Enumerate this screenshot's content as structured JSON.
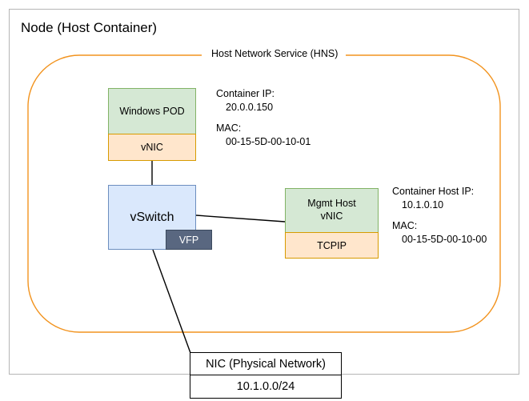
{
  "diagram": {
    "node": {
      "title": "Node (Host Container)"
    },
    "hns": {
      "label": "Host Network Service (HNS)"
    },
    "pod": {
      "name": "Windows POD",
      "vnic": "vNIC"
    },
    "vswitch": {
      "name": "vSwitch",
      "vfp": "VFP"
    },
    "mgmt": {
      "name": "Mgmt Host\nvNIC",
      "name_line1": "Mgmt Host",
      "name_line2": "vNIC",
      "tcpip": "TCPIP"
    },
    "nic": {
      "title": "NIC (Physical Network)",
      "subnet": "10.1.0.0/24"
    },
    "annotations": {
      "pod": {
        "ip_label": "Container IP:",
        "ip_value": "20.0.0.150",
        "mac_label": "MAC:",
        "mac_value": "00-15-5D-00-10-01"
      },
      "host": {
        "ip_label": "Container Host IP:",
        "ip_value": "10.1.0.10",
        "mac_label": "MAC:",
        "mac_value": "00-15-5D-00-10-00"
      }
    },
    "colors": {
      "green_fill": "#d5e8d4",
      "green_stroke": "#82b366",
      "orange_fill": "#ffe6cc",
      "orange_stroke": "#d79b00",
      "blue_fill": "#dae8fc",
      "blue_stroke": "#6c8ebf",
      "vfp_fill": "#596780",
      "hns_stroke": "#f2931e",
      "node_stroke": "#b5b5b5",
      "connector": "#000000"
    }
  }
}
